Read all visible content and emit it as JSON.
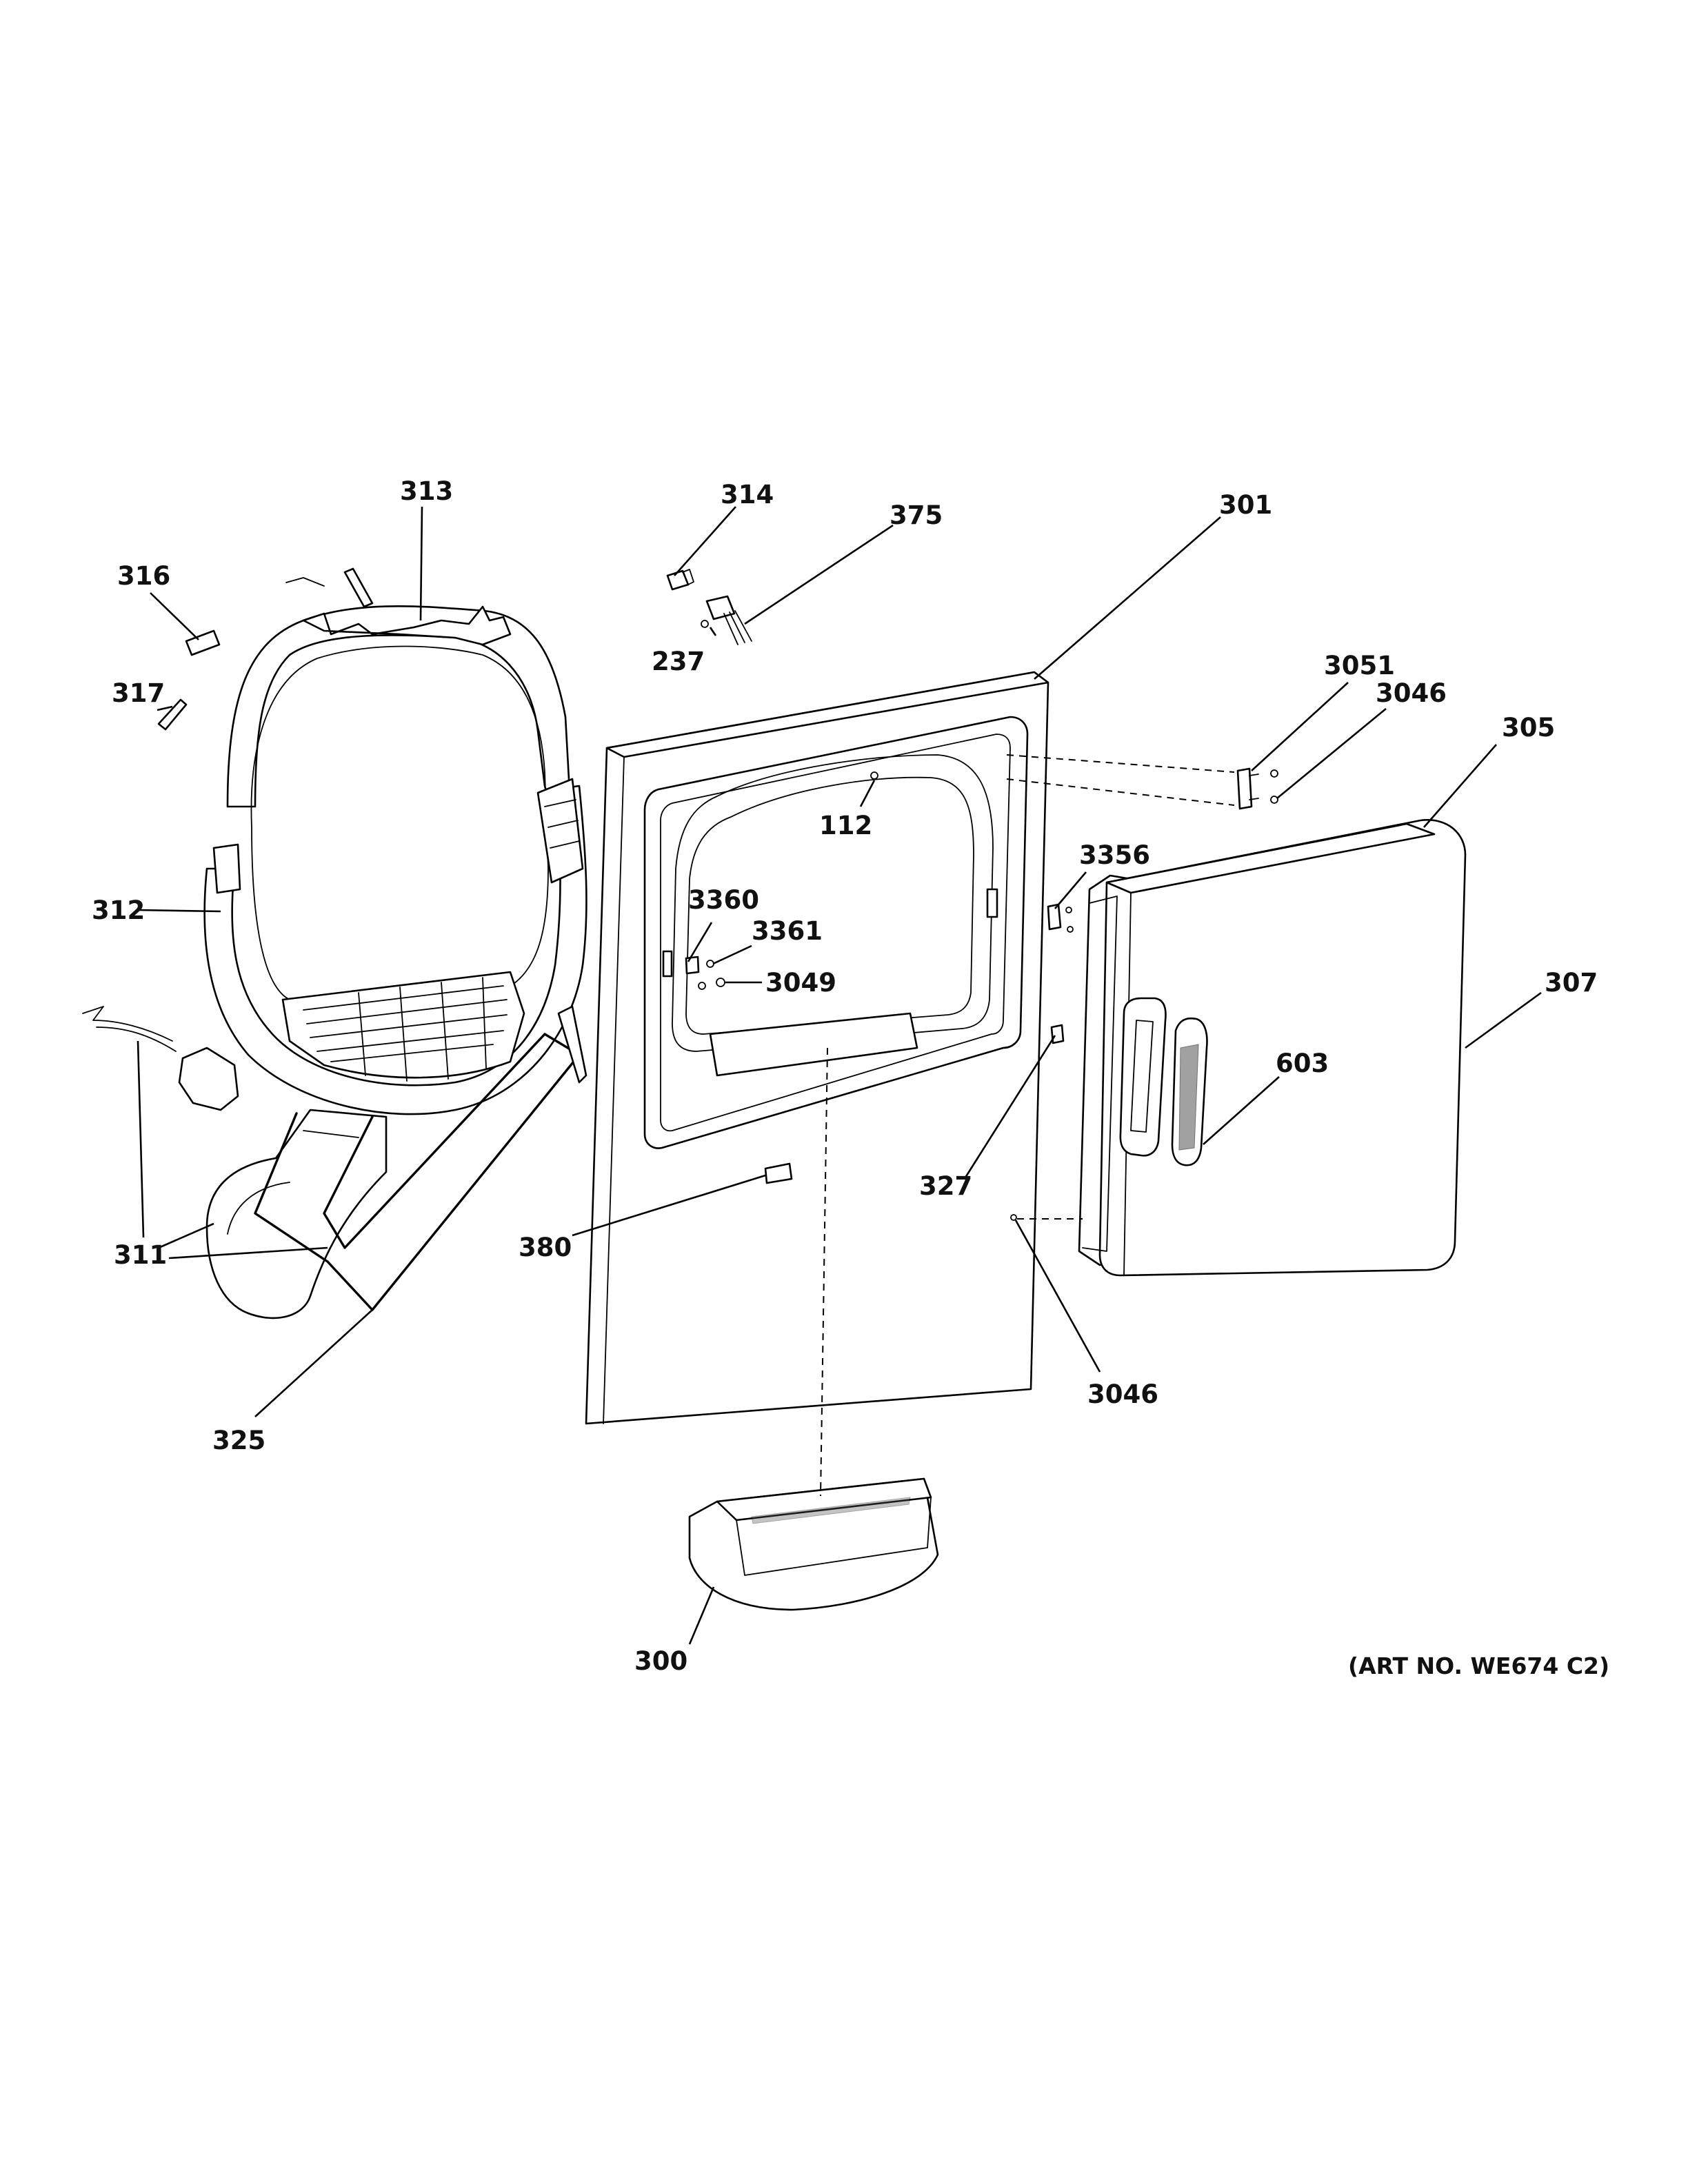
{
  "callouts": {
    "c313": "313",
    "c316": "316",
    "c317": "317",
    "c312": "312",
    "c311": "311",
    "c325": "325",
    "c314": "314",
    "c375": "375",
    "c237": "237",
    "c301": "301",
    "c112": "112",
    "c3360": "3360",
    "c3361": "3361",
    "c3049": "3049",
    "c380": "380",
    "c300": "300",
    "c3051": "3051",
    "c3046_top": "3046",
    "c305": "305",
    "c3356": "3356",
    "c307": "307",
    "c603": "603",
    "c327": "327",
    "c3046_bottom": "3046"
  },
  "art_number": "(ART NO. WE674 C2)"
}
